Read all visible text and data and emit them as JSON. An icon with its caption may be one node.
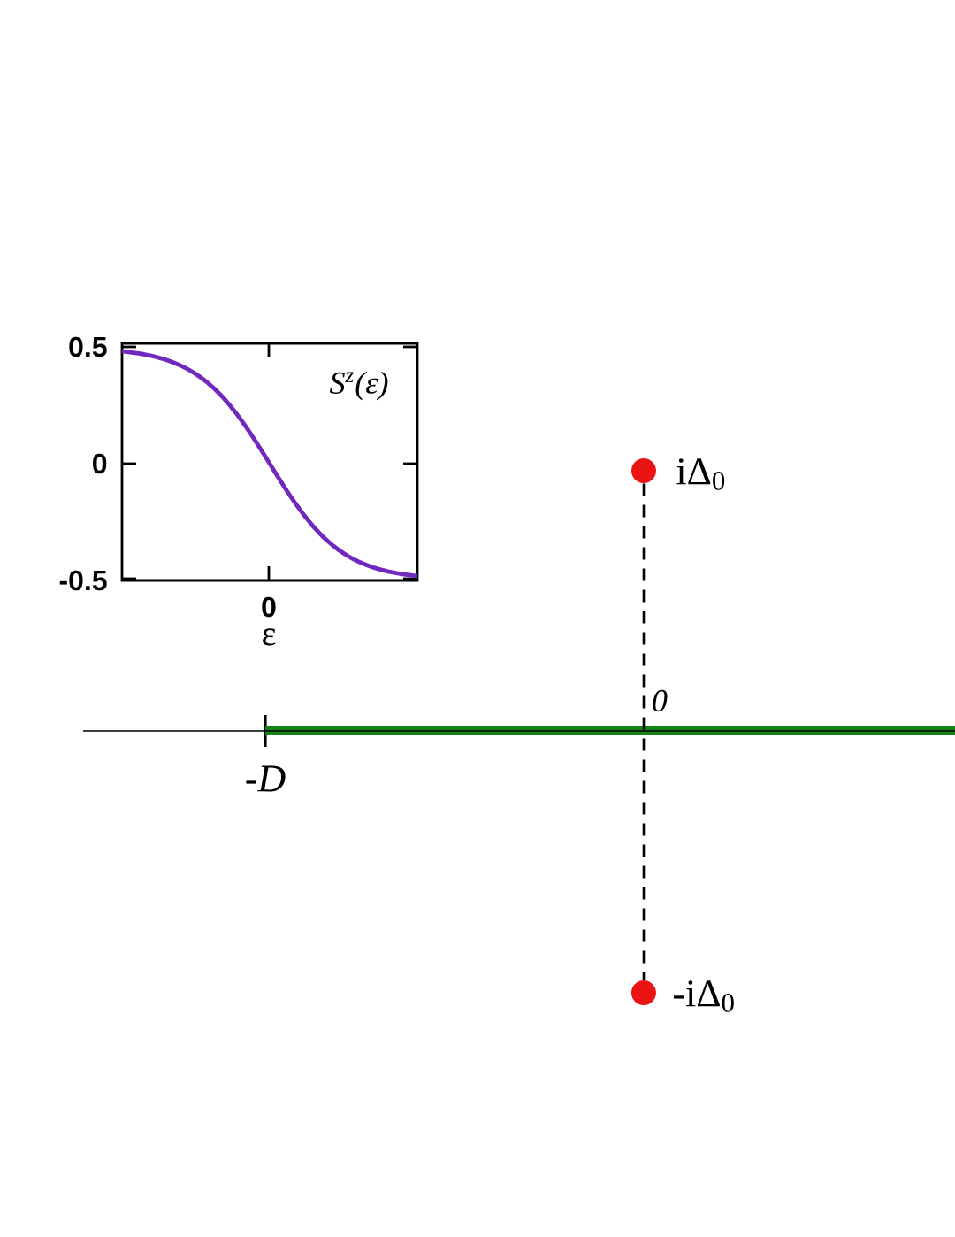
{
  "diagram": {
    "nodes": [
      {
        "text": [],
        "shape": "circle",
        "beside": [
          "iΔ$_{0}$"
        ]
      },
      {
        "text": [],
        "shape": "circle",
        "beside": [
          "-iΔ$_{0}$"
        ]
      }
    ],
    "edges": [
      {
        "from": 0,
        "to": 1,
        "arrow": "none",
        "style": "dashed"
      }
    ],
    "labels": [
      "0.5",
      "0",
      "-0.5",
      "0",
      "ε",
      "S$^{z}$(ε)",
      "0",
      "-*D*"
    ]
  }
}
